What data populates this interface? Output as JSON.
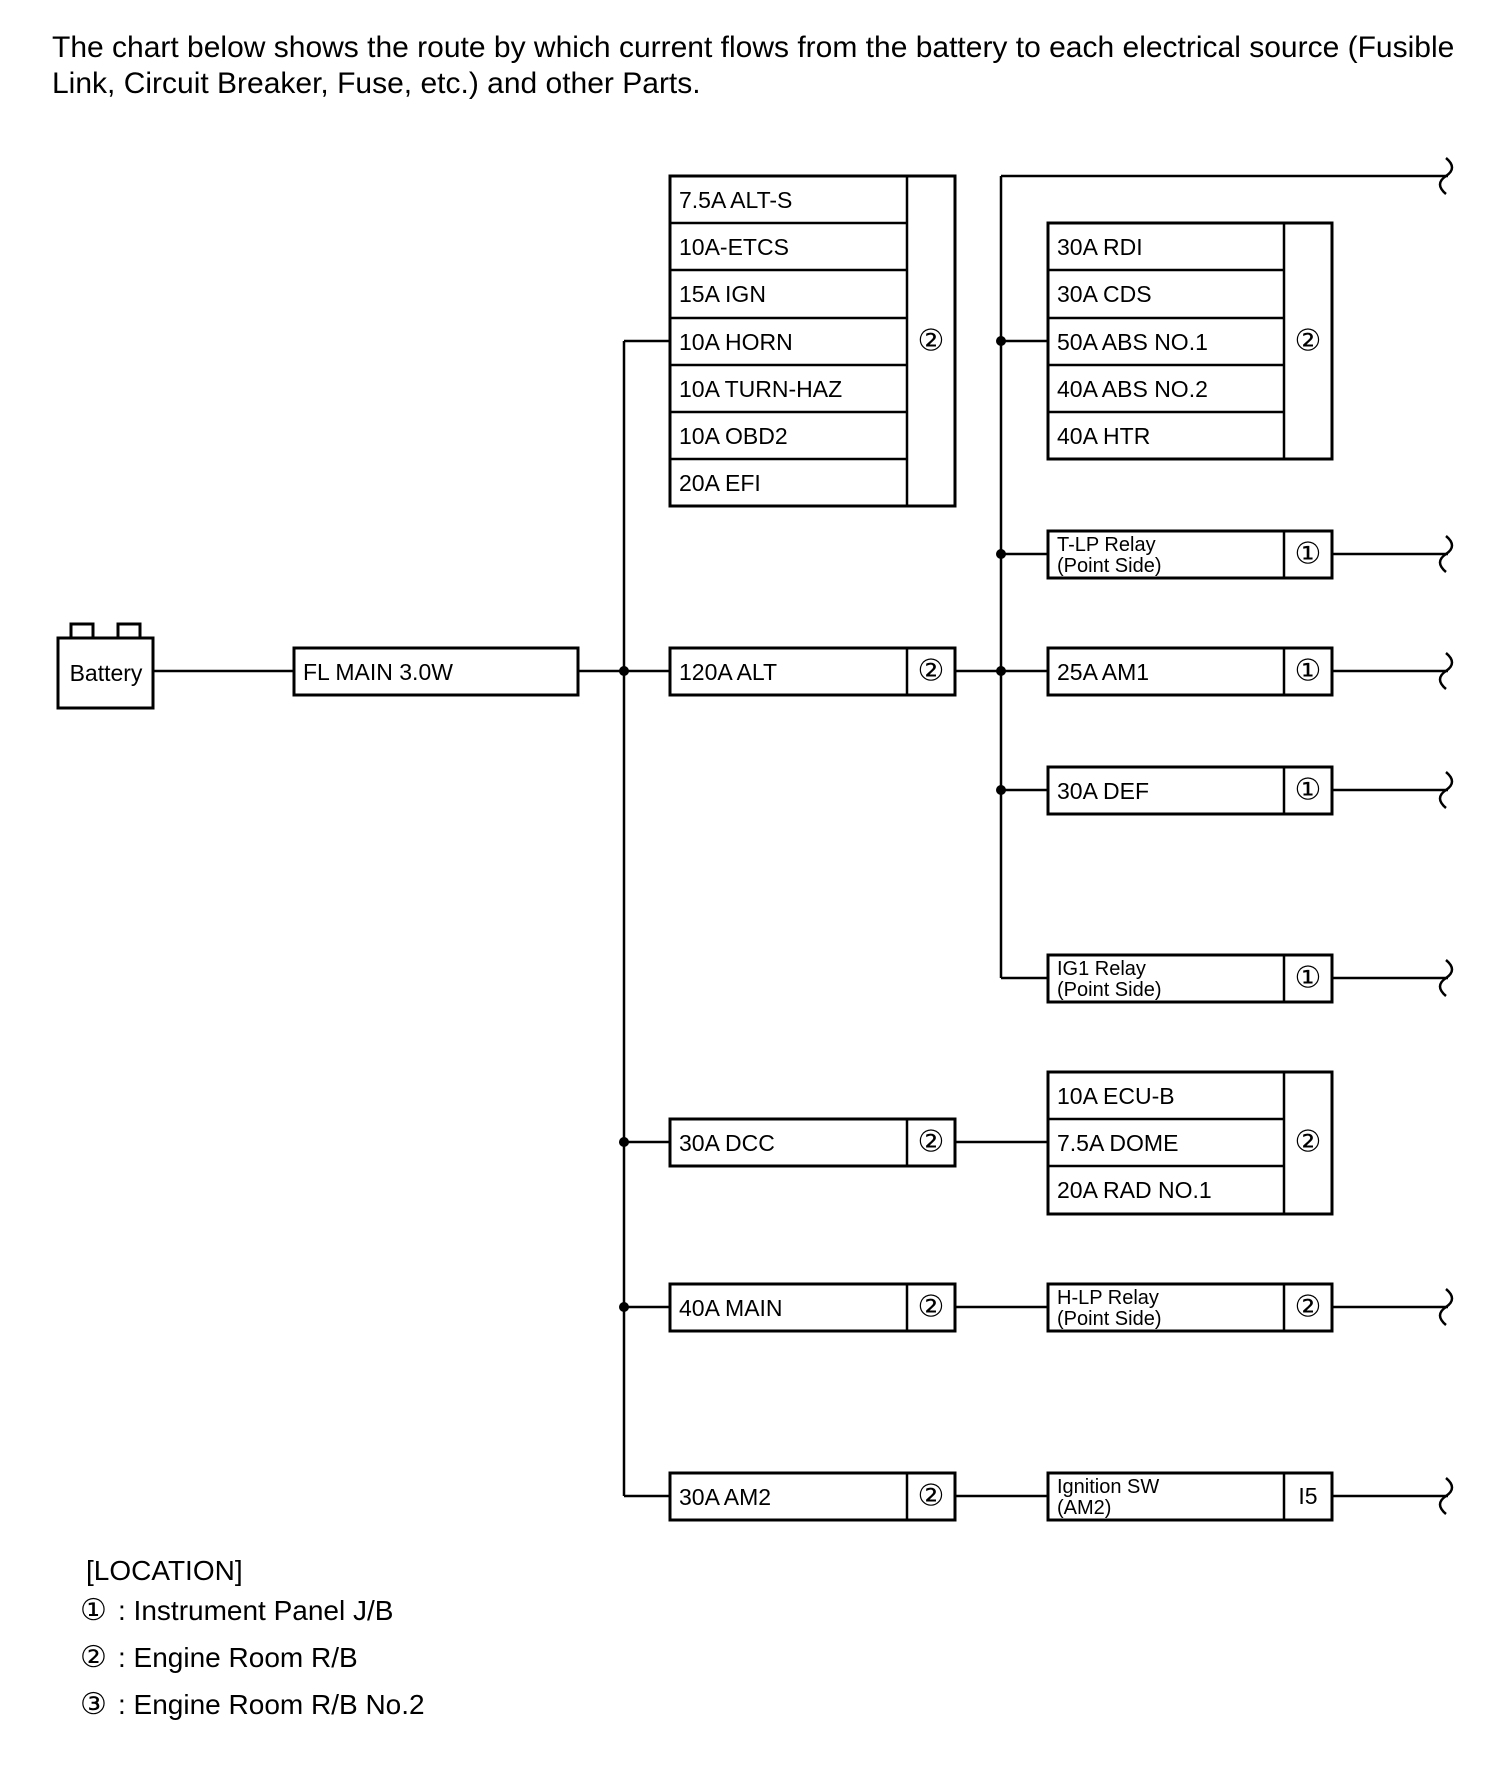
{
  "intro": "The chart below shows the route by which current flows from the battery to each electrical source (Fusible Link, Circuit Breaker, Fuse, etc.) and other Parts.",
  "battery": "Battery",
  "main_link": "FL MAIN 3.0W",
  "group_a": {
    "items": [
      "7.5A ALT-S",
      "10A-ETCS",
      "15A IGN",
      "10A HORN",
      "10A TURN-HAZ",
      "10A OBD2",
      "20A EFI"
    ],
    "location": "②"
  },
  "alt": {
    "label": "120A ALT",
    "location": "②"
  },
  "group_b": {
    "items": [
      "30A RDI",
      "30A CDS",
      "50A ABS NO.1",
      "40A ABS NO.2",
      "40A HTR"
    ],
    "location": "②"
  },
  "tlp_relay": {
    "line1": "T-LP Relay",
    "line2": "(Point Side)",
    "location": "①"
  },
  "am1": {
    "label": "25A AM1",
    "location": "①"
  },
  "def": {
    "label": "30A DEF",
    "location": "①"
  },
  "ig1_relay": {
    "line1": "IG1 Relay",
    "line2": "(Point Side)",
    "location": "①"
  },
  "dcc": {
    "label": "30A DCC",
    "location": "②"
  },
  "group_c": {
    "items": [
      "10A ECU-B",
      "7.5A DOME",
      "20A RAD NO.1"
    ],
    "location": "②"
  },
  "main40": {
    "label": "40A MAIN",
    "location": "②"
  },
  "hlp_relay": {
    "line1": "H-LP Relay",
    "line2": "(Point Side)",
    "location": "②"
  },
  "am2": {
    "label": "30A AM2",
    "location": "②"
  },
  "ign_sw": {
    "line1": "Ignition SW",
    "line2": "(AM2)",
    "location": "I5"
  },
  "legend": {
    "title": "[LOCATION]",
    "items": [
      {
        "symbol": "①",
        "text": ": Instrument Panel J/B"
      },
      {
        "symbol": "②",
        "text": ": Engine Room R/B"
      },
      {
        "symbol": "③",
        "text": ": Engine Room R/B No.2"
      }
    ]
  }
}
